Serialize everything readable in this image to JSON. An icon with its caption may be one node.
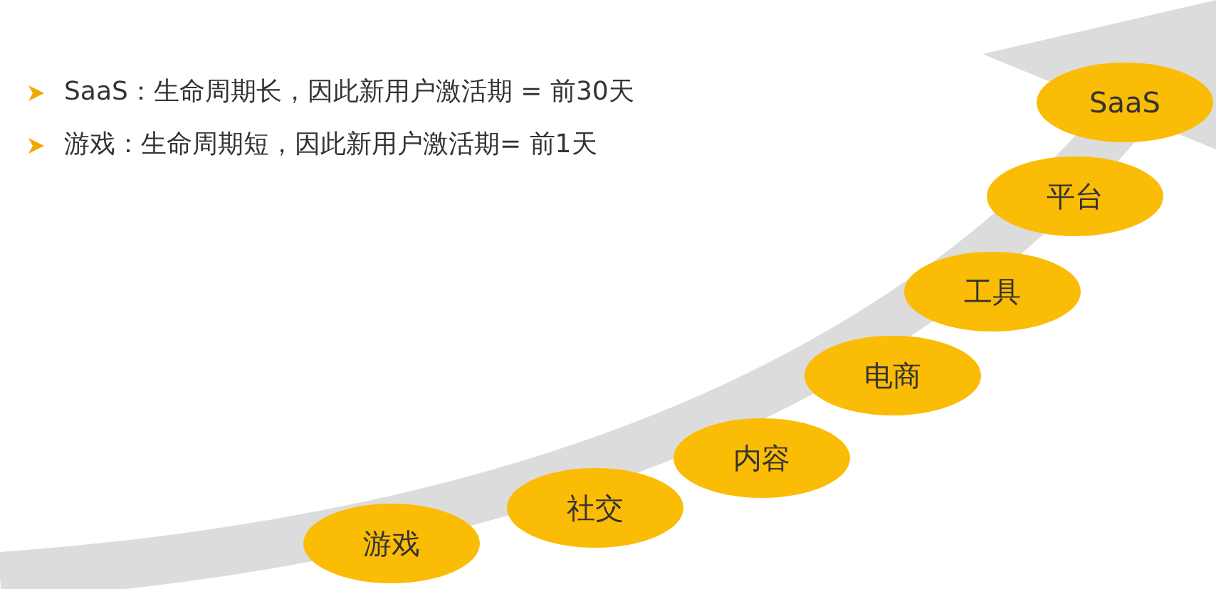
{
  "diagram": {
    "nodes": [
      {
        "text": [
          "游戏"
        ]
      },
      {
        "text": [
          "社交"
        ]
      },
      {
        "text": [
          "内容"
        ]
      },
      {
        "text": [
          "电商"
        ]
      },
      {
        "text": [
          "工具"
        ]
      },
      {
        "text": [
          "平台"
        ]
      },
      {
        "text": [
          "SaaS"
        ]
      }
    ],
    "labels": [
      "SaaS：生命周期长，因此新用户激活期 = 前30天",
      "游戏：生命周期短，因此新用户激活期= 前1天"
    ]
  }
}
